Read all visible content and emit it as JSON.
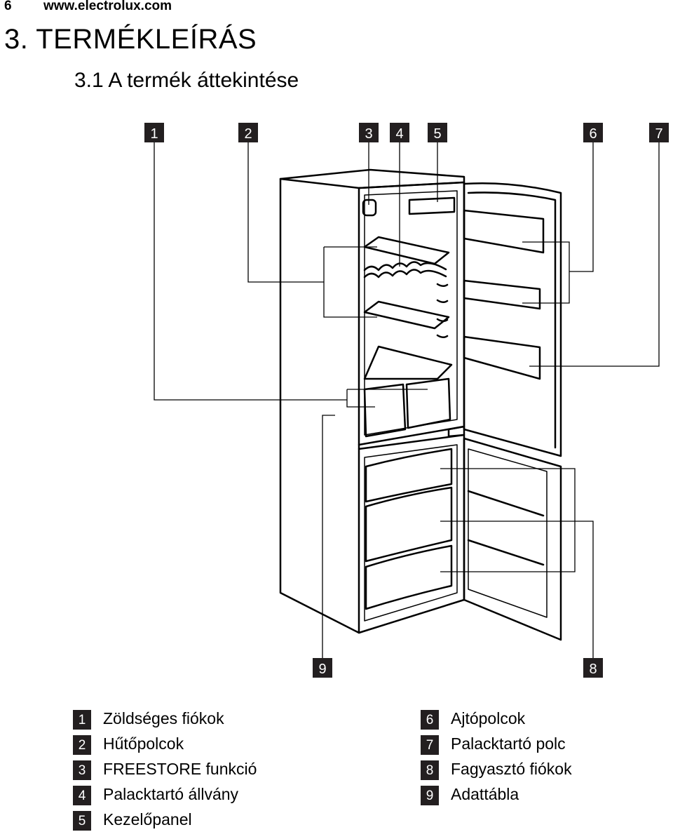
{
  "header": {
    "page_number": "6",
    "website": "www.electrolux.com"
  },
  "section_title": "3. TERMÉKLEÍRÁS",
  "subsection_title": "3.1 A termék áttekintése",
  "figure": {
    "callouts": [
      "1",
      "2",
      "3",
      "4",
      "5",
      "6",
      "7",
      "9",
      "8"
    ]
  },
  "legend": {
    "left": [
      {
        "num": "1",
        "text": "Zöldséges fiókok"
      },
      {
        "num": "2",
        "text": "Hűtőpolcok"
      },
      {
        "num": "3",
        "text": "FREESTORE funkció"
      },
      {
        "num": "4",
        "text": "Palacktartó állvány"
      },
      {
        "num": "5",
        "text": "Kezelőpanel"
      }
    ],
    "right": [
      {
        "num": "6",
        "text": "Ajtópolcok"
      },
      {
        "num": "7",
        "text": "Palacktartó polc"
      },
      {
        "num": "8",
        "text": "Fagyasztó fiókok"
      },
      {
        "num": "9",
        "text": "Adattábla"
      }
    ]
  }
}
